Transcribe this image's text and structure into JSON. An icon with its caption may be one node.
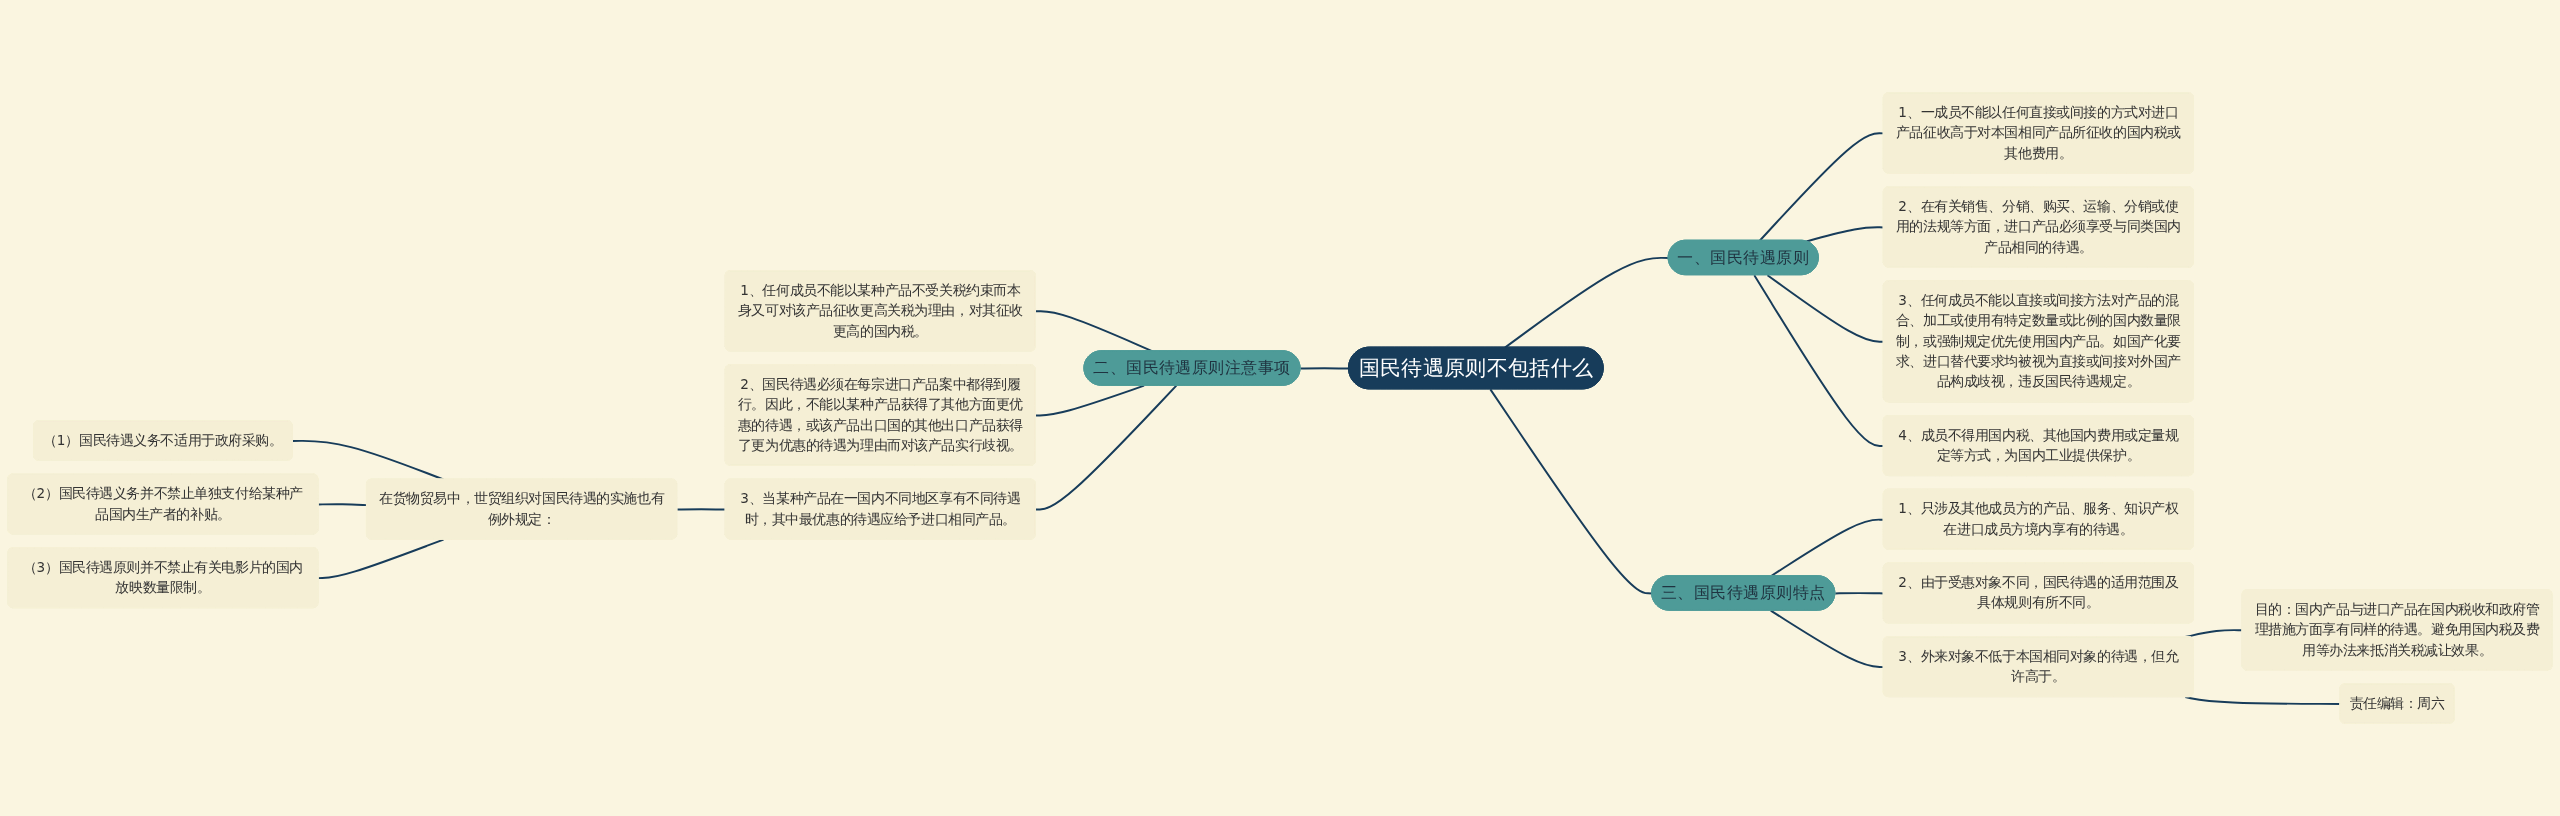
{
  "diagram": {
    "nodes": [
      {
        "text": [
          "国民待遇原则不包括什么"
        ]
      },
      {
        "text": [
          "一、国民待遇原则"
        ]
      },
      {
        "text": [
          "1、一成员不能以任何直接或间接的方式对进口产品征收高于对本国相同产品所征收的国内税或其他费用。"
        ]
      },
      {
        "text": [
          "2、在有关销售、分销、购买、运输、分销或使用的法规等方面，进口产品必须享受与同类国内产品相同的待遇。"
        ]
      },
      {
        "text": [
          "3、任何成员不能以直接或间接方法对产品的混合、加工或使用有特定数量或比例的国内数量限制，或强制规定优先使用国内产品。如国产化要求、进口替代要求均被视为直接或间接对外国产品构成歧视，违反国民待遇规定。"
        ]
      },
      {
        "text": [
          "4、成员不得用国内税、其他国内费用或定量规定等方式，为国内工业提供保护。"
        ]
      },
      {
        "text": [
          "二、国民待遇原则注意事项"
        ]
      },
      {
        "text": [
          "1、任何成员不能以某种产品不受关税约束而本身又可对该产品征收更高关税为理由，对其征收更高的国内税。"
        ]
      },
      {
        "text": [
          "2、国民待遇必须在每宗进口产品案中都得到履行。因此，不能以某种产品获得了其他方面更优惠的待遇，或该产品出口国的其他出口产品获得了更为优惠的待遇为理由而对该产品实行歧视。"
        ]
      },
      {
        "text": [
          "3、当某种产品在一国内不同地区享有不同待遇时，其中最优惠的待遇应给予进口相同产品。"
        ]
      },
      {
        "text": [
          "在货物贸易中，世贸组织对国民待遇的实施也有例外规定："
        ]
      },
      {
        "text": [
          "（1）国民待遇义务不适用于政府采购。"
        ]
      },
      {
        "text": [
          "（2）国民待遇义务并不禁止单独支付给某种产品国内生产者的补贴。"
        ]
      },
      {
        "text": [
          "（3）国民待遇原则并不禁止有关电影片的国内放映数量限制。"
        ]
      },
      {
        "text": [
          "三、国民待遇原则特点"
        ]
      },
      {
        "text": [
          "1、只涉及其他成员方的产品、服务、知识产权在进口成员方境内享有的待遇。"
        ]
      },
      {
        "text": [
          "2、由于受惠对象不同，国民待遇的适用范围及具体规则有所不同。"
        ]
      },
      {
        "text": [
          "3、外来对象不低于本国相同对象的待遇，但允许高于。"
        ]
      },
      {
        "text": [
          "目的：国内产品与进口产品在国内税收和政府管理措施方面享有同样的待遇。避免用国内税及费用等办法来抵消关税减让效果。"
        ]
      },
      {
        "text": [
          "责任编辑：周六"
        ]
      }
    ],
    "edges": [
      {
        "from": 0,
        "to": 1,
        "arrow": "none"
      },
      {
        "from": 1,
        "to": 2,
        "arrow": "none"
      },
      {
        "from": 1,
        "to": 3,
        "arrow": "none"
      },
      {
        "from": 1,
        "to": 4,
        "arrow": "none"
      },
      {
        "from": 1,
        "to": 5,
        "arrow": "none"
      },
      {
        "from": 6,
        "to": 0,
        "arrow": "none"
      },
      {
        "from": 7,
        "to": 6,
        "arrow": "none"
      },
      {
        "from": 8,
        "to": 6,
        "arrow": "none"
      },
      {
        "from": 9,
        "to": 6,
        "arrow": "none"
      },
      {
        "from": 10,
        "to": 9,
        "arrow": "none"
      },
      {
        "from": 11,
        "to": 10,
        "arrow": "none"
      },
      {
        "from": 12,
        "to": 10,
        "arrow": "none"
      },
      {
        "from": 13,
        "to": 10,
        "arrow": "none"
      },
      {
        "from": 0,
        "to": 14,
        "arrow": "none"
      },
      {
        "from": 14,
        "to": 15,
        "arrow": "none"
      },
      {
        "from": 14,
        "to": 16,
        "arrow": "none"
      },
      {
        "from": 14,
        "to": 17,
        "arrow": "none"
      },
      {
        "from": 17,
        "to": 18,
        "arrow": "none"
      },
      {
        "from": 17,
        "to": 19,
        "arrow": "none"
      }
    ]
  }
}
